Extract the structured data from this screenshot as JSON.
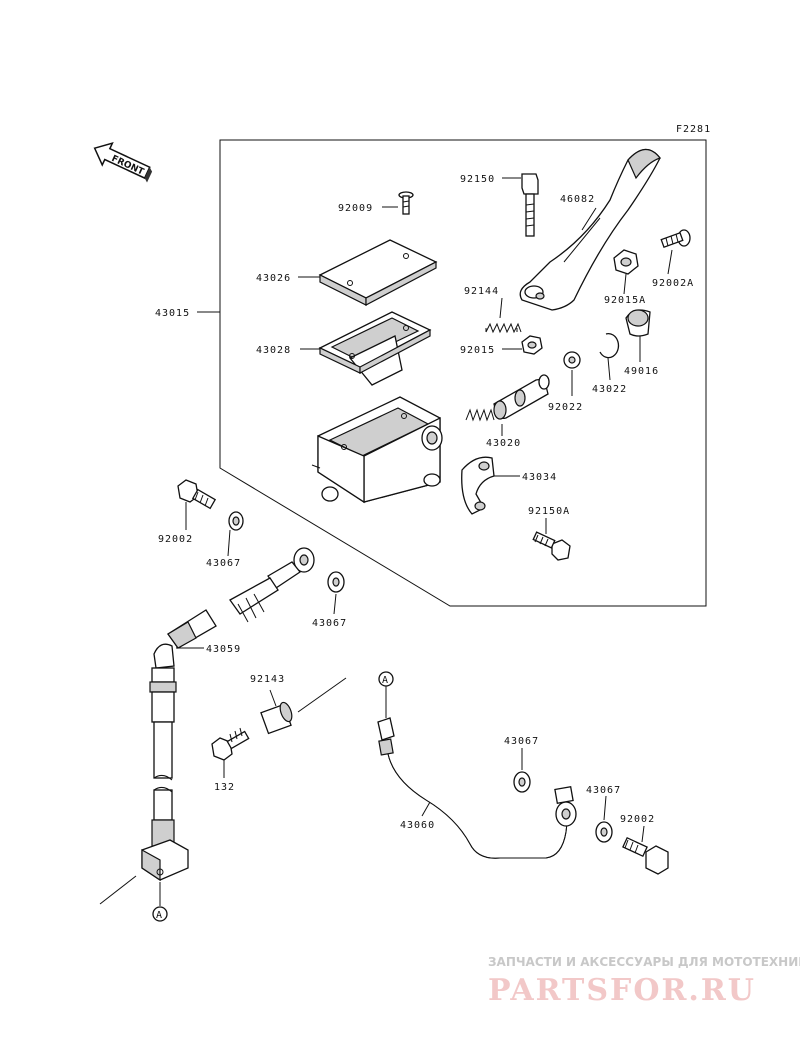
{
  "figure_code": "F2281",
  "front_label": "FRONT",
  "parts": {
    "p43015": "43015",
    "p92009": "92009",
    "p43026": "43026",
    "p43028": "43028",
    "p92150": "92150",
    "p46082": "46082",
    "p92002A": "92002A",
    "p92144": "92144",
    "p92015A": "92015A",
    "p92015": "92015",
    "p49016": "49016",
    "p92022": "92022",
    "p43022": "43022",
    "p43020": "43020",
    "p43034": "43034",
    "p92150A": "92150A",
    "p92002_top": "92002",
    "p43067_a": "43067",
    "p43067_b": "43067",
    "p43059": "43059",
    "p92143": "92143",
    "p132": "132",
    "p43060": "43060",
    "p43067_c": "43067",
    "p43067_d": "43067",
    "p92002_bottom": "92002"
  },
  "ref_markers": {
    "top": "A",
    "bottom": "A"
  },
  "watermark": {
    "line1": "ЗАПЧАСТИ И АКСЕССУАРЫ ДЛЯ МОТОТЕХНИКИ",
    "line2": "PARTSFOR.RU"
  }
}
